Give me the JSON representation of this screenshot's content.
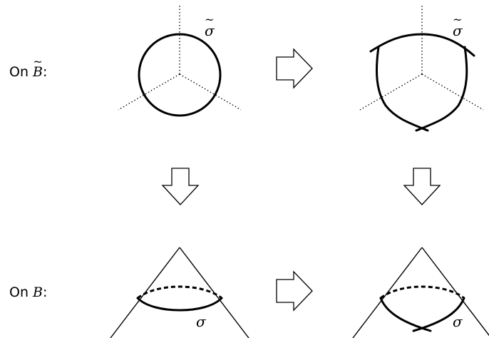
{
  "labels": {
    "top_prefix": "On ",
    "top_symbol": "B",
    "top_suffix": ":",
    "bottom_prefix": "On ",
    "bottom_symbol": "B",
    "bottom_suffix": ":"
  },
  "sigma": {
    "top_left": "σ",
    "top_right": "σ",
    "bottom_left": "σ",
    "bottom_right": "σ"
  }
}
